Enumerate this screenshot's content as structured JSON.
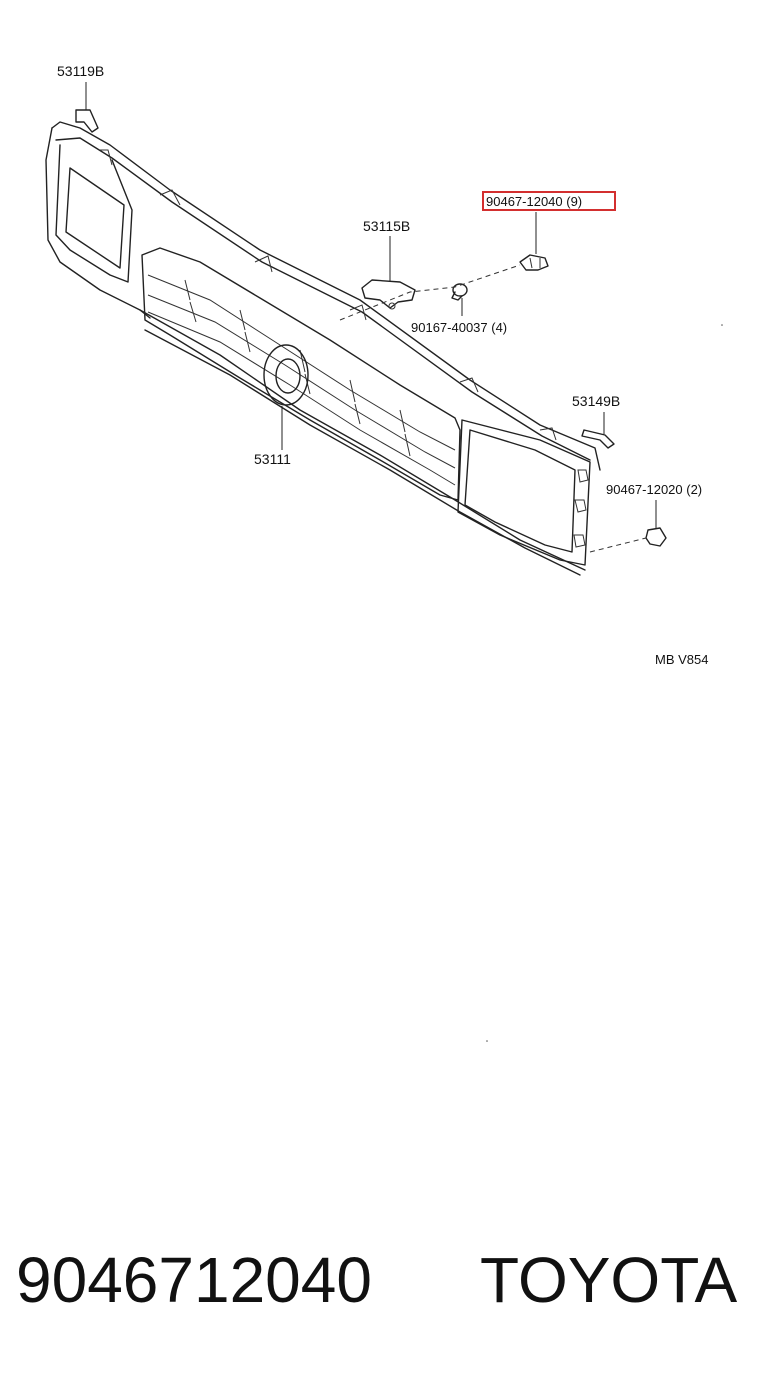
{
  "labels": {
    "grille": "53111",
    "left_bracket": "53119B",
    "center_bracket": "53115B",
    "right_bracket": "53149B",
    "screw": "90167-40037 (4)",
    "clip_top": "90467-12040 (9)",
    "clip_side": "90467-12020 (2)",
    "diagram_code": "MB V854"
  },
  "highlight": {
    "part": "90467-12040 (9)",
    "color": "#d32f2f"
  },
  "footer": {
    "part_number": "9046712040",
    "brand": "TOYOTA"
  }
}
